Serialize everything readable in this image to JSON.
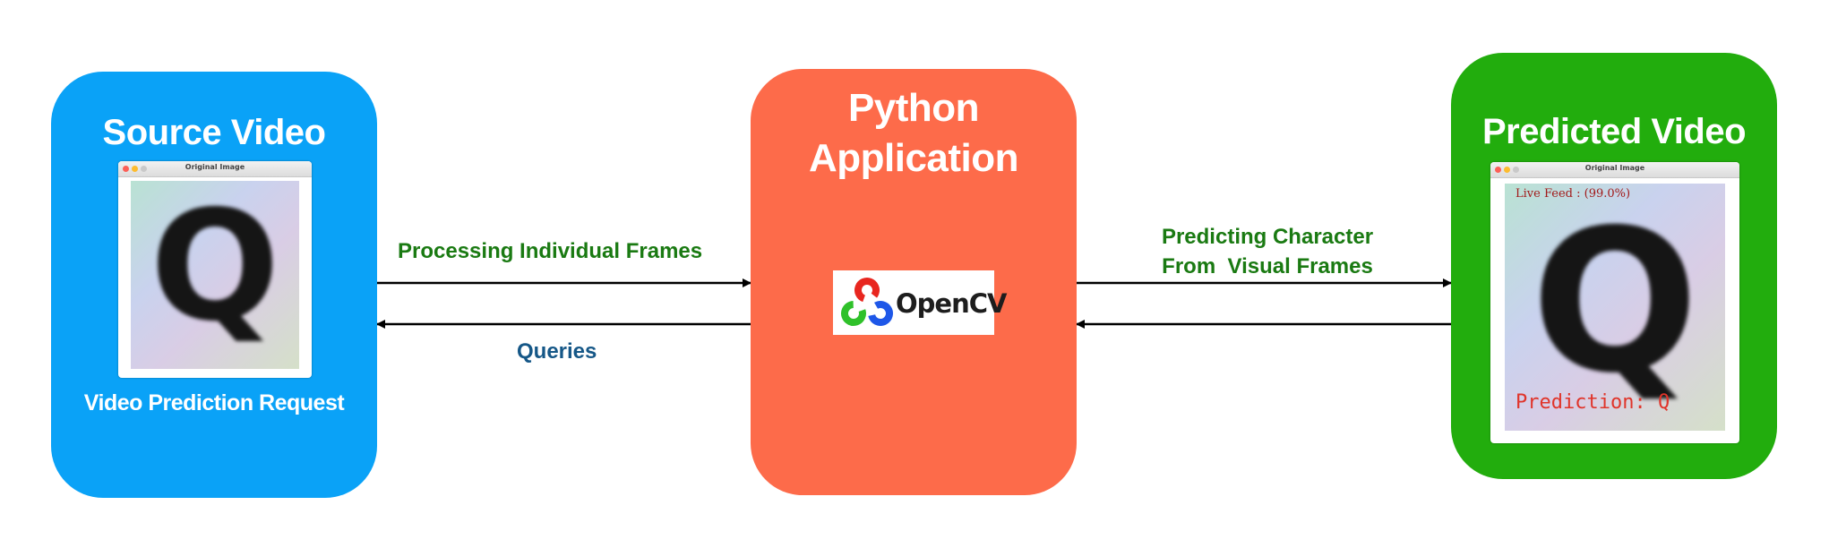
{
  "source": {
    "title": "Source Video",
    "subtitle": "Video Prediction Request",
    "window_title": "Original Image",
    "glyph": "Q"
  },
  "python": {
    "title_line1": "Python",
    "title_line2": "Application",
    "logo_text": "OpenCV"
  },
  "predicted": {
    "title": "Predicted Video",
    "window_title": "Original Image",
    "live_feed": "Live Feed : (99.0%)",
    "prediction": "Prediction: Q",
    "glyph": "Q"
  },
  "edges": {
    "processing": "Processing Individual Frames",
    "queries": "Queries",
    "predicting_line1": "Predicting Character",
    "predicting_line2": "From  Visual Frames"
  },
  "colors": {
    "source_box": "#0aa2f7",
    "python_box": "#fd6b4a",
    "predicted_box": "#22ad0d",
    "green_label": "#1a7a12",
    "blue_label": "#155787"
  }
}
